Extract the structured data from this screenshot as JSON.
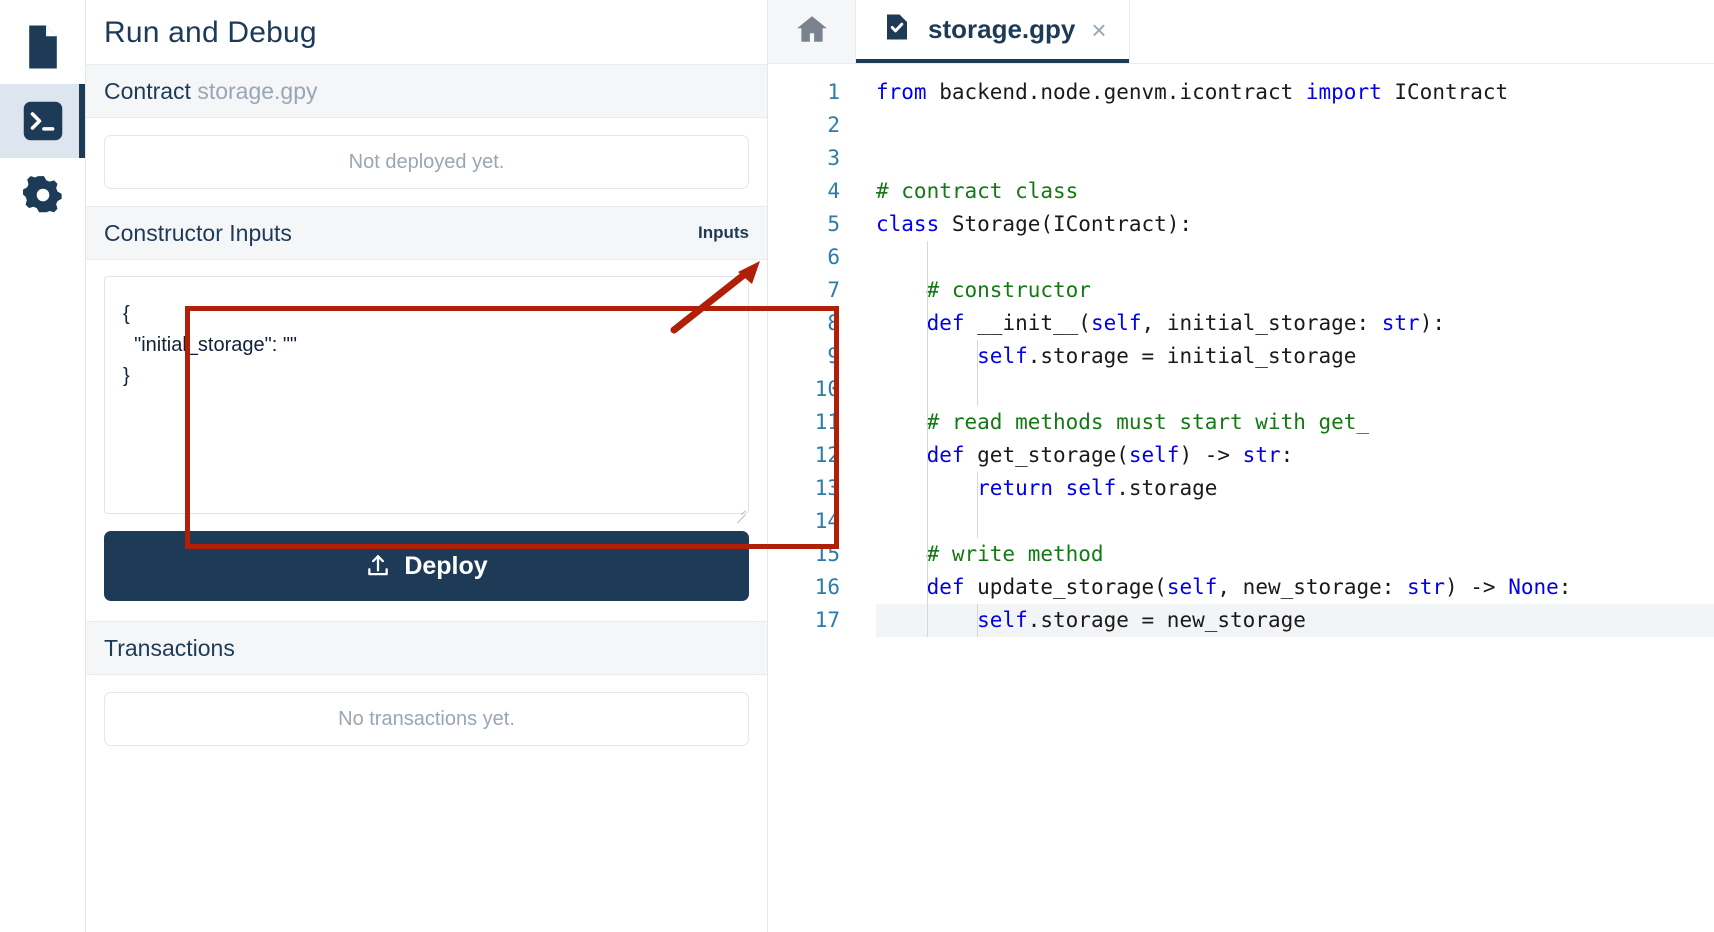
{
  "activity_bar": {
    "items": [
      {
        "name": "file-icon",
        "label": "Files",
        "active": false
      },
      {
        "name": "terminal-icon",
        "label": "Run and Debug",
        "active": true
      },
      {
        "name": "gear-icon",
        "label": "Settings",
        "active": false
      }
    ]
  },
  "panel": {
    "title": "Run and Debug",
    "contract_section": {
      "label": "Contract",
      "file": "storage.gpy",
      "status": "Not deployed yet."
    },
    "constructor_section": {
      "label": "Constructor Inputs",
      "action": "Inputs"
    },
    "inputs_value": "{\n  \"initial_storage\": \"\"\n}",
    "deploy_label": "Deploy",
    "deploy_icon": "upload-icon",
    "transactions_section": {
      "label": "Transactions",
      "status": "No transactions yet."
    }
  },
  "annotation": {
    "rect_color": "#b02008",
    "arrow_color": "#b02008",
    "points_to": "Inputs"
  },
  "editor": {
    "home_tab_icon": "home-icon",
    "tab": {
      "icon": "file-check-icon",
      "label": "storage.gpy",
      "close": "×"
    },
    "line_numbers": [
      1,
      2,
      3,
      4,
      5,
      6,
      7,
      8,
      9,
      10,
      11,
      12,
      13,
      14,
      15,
      16,
      17
    ],
    "lines": [
      {
        "n": 1,
        "tokens": [
          {
            "t": "from ",
            "c": "kw"
          },
          {
            "t": "backend.node.genvm.icontract ",
            "c": "plain"
          },
          {
            "t": "import ",
            "c": "kw"
          },
          {
            "t": "IContract",
            "c": "plain"
          }
        ]
      },
      {
        "n": 2,
        "tokens": []
      },
      {
        "n": 3,
        "tokens": []
      },
      {
        "n": 4,
        "tokens": [
          {
            "t": "# contract class",
            "c": "cmt"
          }
        ]
      },
      {
        "n": 5,
        "tokens": [
          {
            "t": "class ",
            "c": "kw"
          },
          {
            "t": "Storage(IContract):",
            "c": "plain"
          }
        ]
      },
      {
        "n": 6,
        "tokens": []
      },
      {
        "n": 7,
        "tokens": [
          {
            "t": "    # constructor",
            "c": "cmt"
          }
        ]
      },
      {
        "n": 8,
        "tokens": [
          {
            "t": "    ",
            "c": "plain"
          },
          {
            "t": "def ",
            "c": "kw"
          },
          {
            "t": "__init__(",
            "c": "plain"
          },
          {
            "t": "self",
            "c": "slf"
          },
          {
            "t": ", initial_storage: ",
            "c": "plain"
          },
          {
            "t": "str",
            "c": "kw"
          },
          {
            "t": "):",
            "c": "plain"
          }
        ]
      },
      {
        "n": 9,
        "tokens": [
          {
            "t": "        ",
            "c": "plain"
          },
          {
            "t": "self",
            "c": "slf"
          },
          {
            "t": ".storage = initial_storage",
            "c": "plain"
          }
        ]
      },
      {
        "n": 10,
        "tokens": []
      },
      {
        "n": 11,
        "tokens": [
          {
            "t": "    # read methods must start with get_",
            "c": "cmt"
          }
        ]
      },
      {
        "n": 12,
        "tokens": [
          {
            "t": "    ",
            "c": "plain"
          },
          {
            "t": "def ",
            "c": "kw"
          },
          {
            "t": "get_storage(",
            "c": "plain"
          },
          {
            "t": "self",
            "c": "slf"
          },
          {
            "t": ") -> ",
            "c": "plain"
          },
          {
            "t": "str",
            "c": "kw"
          },
          {
            "t": ":",
            "c": "plain"
          }
        ]
      },
      {
        "n": 13,
        "tokens": [
          {
            "t": "        ",
            "c": "plain"
          },
          {
            "t": "return ",
            "c": "kw"
          },
          {
            "t": "self",
            "c": "slf"
          },
          {
            "t": ".storage",
            "c": "plain"
          }
        ]
      },
      {
        "n": 14,
        "tokens": []
      },
      {
        "n": 15,
        "tokens": [
          {
            "t": "    # write method",
            "c": "cmt"
          }
        ]
      },
      {
        "n": 16,
        "tokens": [
          {
            "t": "    ",
            "c": "plain"
          },
          {
            "t": "def ",
            "c": "kw"
          },
          {
            "t": "update_storage(",
            "c": "plain"
          },
          {
            "t": "self",
            "c": "slf"
          },
          {
            "t": ", new_storage: ",
            "c": "plain"
          },
          {
            "t": "str",
            "c": "kw"
          },
          {
            "t": ") -> ",
            "c": "plain"
          },
          {
            "t": "None",
            "c": "kw"
          },
          {
            "t": ":",
            "c": "plain"
          }
        ]
      },
      {
        "n": 17,
        "tokens": [
          {
            "t": "        ",
            "c": "plain"
          },
          {
            "t": "self",
            "c": "slf"
          },
          {
            "t": ".storage = new_storage",
            "c": "plain"
          }
        ],
        "highlight": true
      }
    ]
  },
  "colors": {
    "accent": "#1d3a57",
    "keyword": "#0000ee",
    "comment": "#137a13",
    "line_number": "#2c7ba8",
    "muted": "#9aa6b4",
    "section_bg": "#f4f6f8",
    "annotation": "#b02008"
  }
}
